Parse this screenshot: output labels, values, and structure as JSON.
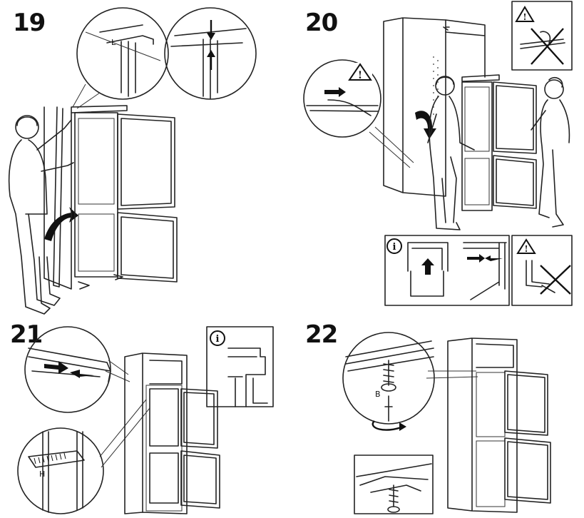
{
  "steps": [
    {
      "number": "19",
      "labels": [
        "L"
      ]
    },
    {
      "number": "20",
      "labels": []
    },
    {
      "number": "21",
      "labels": [
        "H"
      ]
    },
    {
      "number": "22",
      "labels": [
        "B"
      ]
    }
  ],
  "icons": {
    "info": "i",
    "warning": "!"
  },
  "colors": {
    "line": "#222222",
    "background": "#ffffff",
    "fill_dark": "#111111"
  }
}
